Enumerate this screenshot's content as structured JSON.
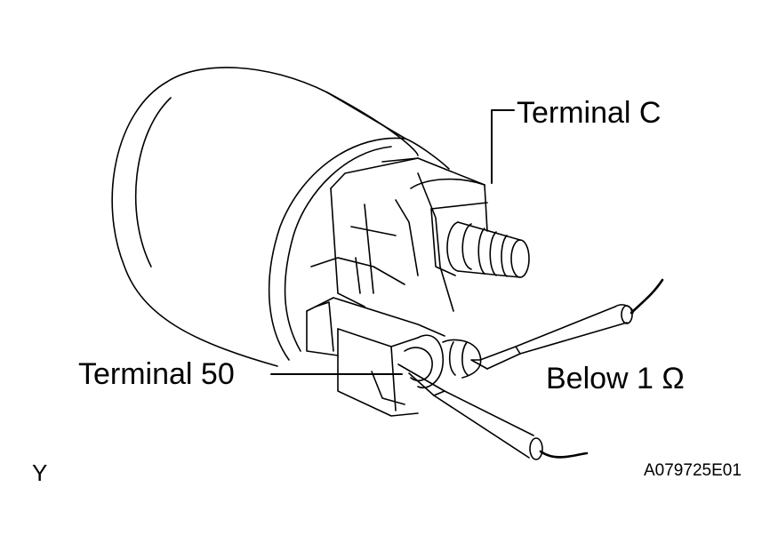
{
  "labels": {
    "terminal_c": "Terminal C",
    "terminal_50": "Terminal 50",
    "resistance": "Below 1 Ω",
    "view_marker": "Y",
    "figure_code": "A079725E01"
  },
  "colors": {
    "line": "#000000",
    "background": "#ffffff"
  }
}
